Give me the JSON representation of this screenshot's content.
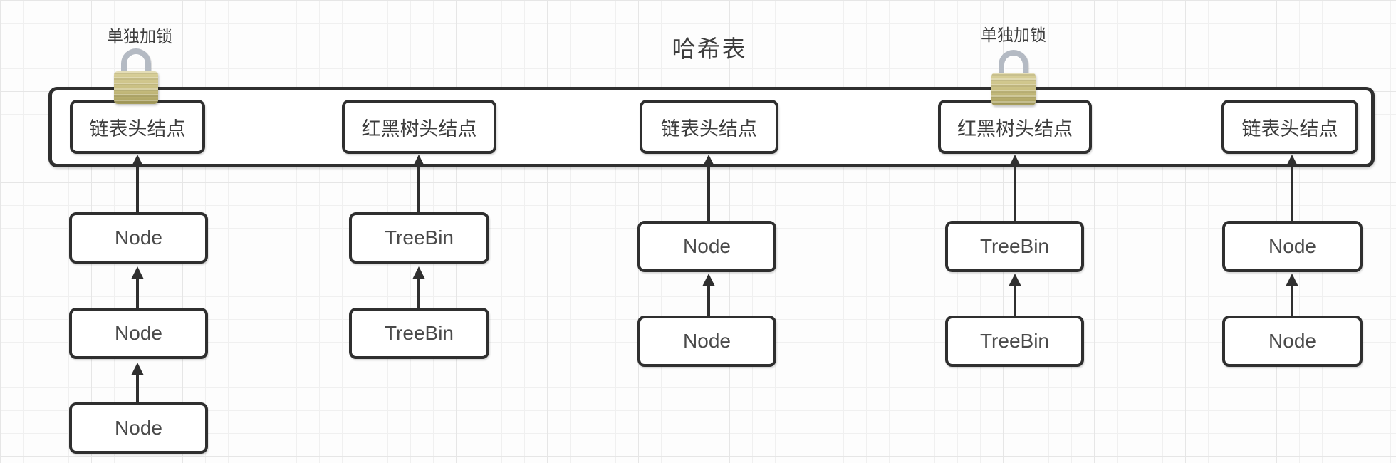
{
  "diagram": {
    "title": "哈希表",
    "lock_labels": [
      "单独加锁",
      "单独加锁"
    ],
    "buckets": [
      {
        "head": "链表头结点",
        "structure": "linked-list",
        "locked": true,
        "children": [
          "Node",
          "Node",
          "Node"
        ]
      },
      {
        "head": "红黑树头结点",
        "structure": "red-black-tree",
        "locked": false,
        "children": [
          "TreeBin",
          "TreeBin"
        ]
      },
      {
        "head": "链表头结点",
        "structure": "linked-list",
        "locked": false,
        "children": [
          "Node",
          "Node"
        ]
      },
      {
        "head": "红黑树头结点",
        "structure": "red-black-tree",
        "locked": true,
        "children": [
          "TreeBin",
          "TreeBin"
        ]
      },
      {
        "head": "链表头结点",
        "structure": "linked-list",
        "locked": false,
        "children": [
          "Node",
          "Node"
        ]
      }
    ],
    "colors": {
      "box_border": "#2f2f2f",
      "box_fill": "#ffffff",
      "text": "#3d3d3d",
      "lock_body": "#c8be80",
      "lock_shackle": "#b4bac3",
      "grid_line": "#e6e6e6",
      "background": "#fdfdfd"
    }
  }
}
